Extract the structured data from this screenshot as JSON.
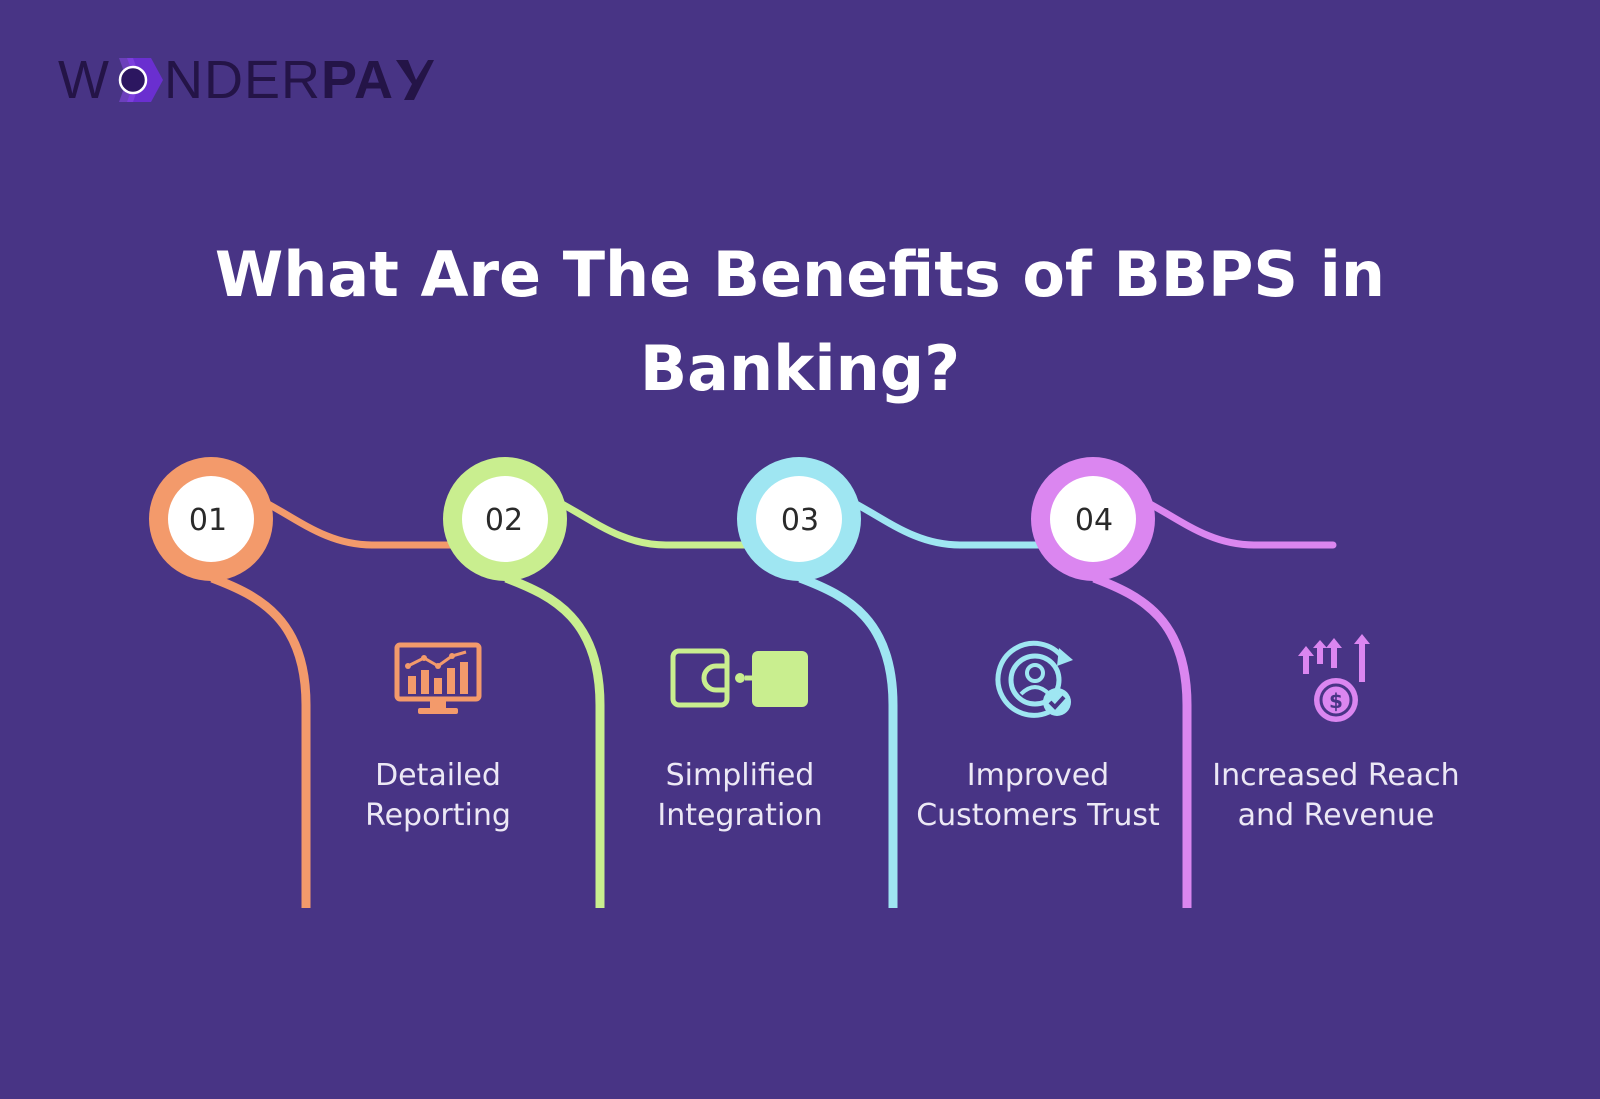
{
  "brand": {
    "logo_left": "W",
    "logo_mid": "NDER",
    "logo_right": "PA"
  },
  "title": {
    "line1": "What Are The Benefits of BBPS in",
    "line2": "Banking?"
  },
  "colors": {
    "background": "#483485",
    "step1": "#F39A6B",
    "step2": "#C9EE8F",
    "step3": "#9FE6F2",
    "step4": "#DB86F0",
    "step5": "#DB86F0"
  },
  "steps": [
    {
      "number": "01",
      "color": "#F39A6B"
    },
    {
      "number": "02",
      "color": "#C9EE8F"
    },
    {
      "number": "03",
      "color": "#9FE6F2"
    },
    {
      "number": "04",
      "color": "#DB86F0"
    }
  ],
  "benefits": [
    {
      "line1": "Detailed",
      "line2": "Reporting",
      "icon": "chart-monitor-icon",
      "color": "#F39A6B"
    },
    {
      "line1": "Simplified",
      "line2": "Integration",
      "icon": "wallet-integration-icon",
      "color": "#C9EE8F"
    },
    {
      "line1": "Improved",
      "line2": "Customers Trust",
      "icon": "customer-trust-icon",
      "color": "#9FE6F2"
    },
    {
      "line1": "Increased Reach",
      "line2": "and Revenue",
      "icon": "revenue-growth-icon",
      "color": "#DB86F0"
    }
  ]
}
